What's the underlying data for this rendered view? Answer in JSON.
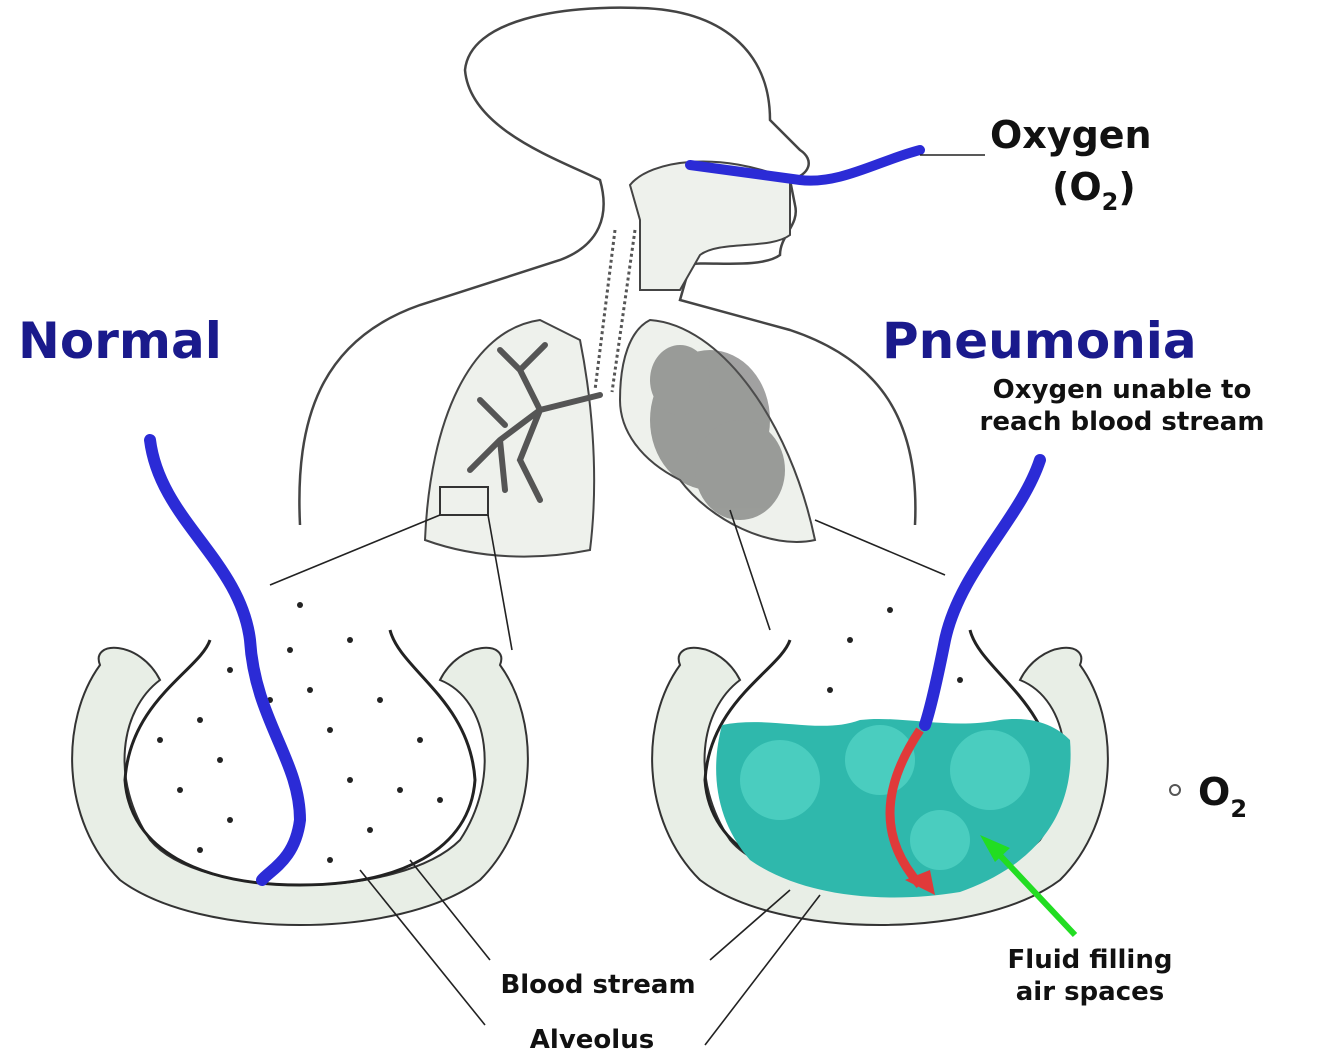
{
  "labels": {
    "oxygen": "Oxygen",
    "oxygen_formula_open": "(O",
    "oxygen_formula_sub": "2",
    "oxygen_formula_close": ")",
    "normal": "Normal",
    "pneumonia": "Pneumonia",
    "pneumonia_note_line1": "Oxygen unable to",
    "pneumonia_note_line2": "reach blood stream",
    "blood_stream": "Blood stream",
    "alveolus": "Alveolus",
    "fluid_line1": "Fluid filling",
    "fluid_line2": "air spaces",
    "o2_legend": "O",
    "o2_legend_sub": "2"
  },
  "colors": {
    "oxygen_flow": "#2b2bd6",
    "fluid": "#2fb8ac",
    "blocked_flow": "#e03a3a",
    "pointer": "#22dd22",
    "heading": "#1a1a8c"
  }
}
